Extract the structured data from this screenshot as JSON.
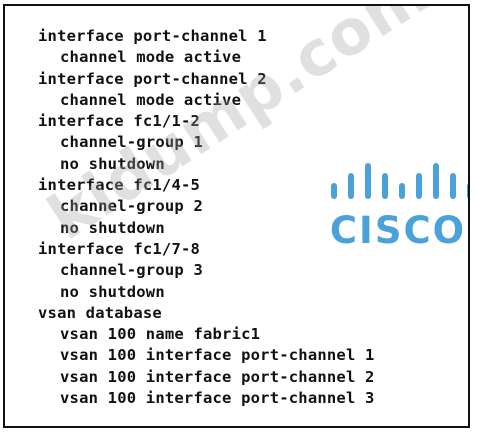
{
  "config_lines": [
    {
      "text": "interface port-channel 1",
      "indent": false
    },
    {
      "text": "channel mode active",
      "indent": true
    },
    {
      "text": "interface port-channel 2",
      "indent": false
    },
    {
      "text": "channel mode active",
      "indent": true
    },
    {
      "text": "interface fc1/1-2",
      "indent": false
    },
    {
      "text": "channel-group 1",
      "indent": true
    },
    {
      "text": "no shutdown",
      "indent": true
    },
    {
      "text": "interface fc1/4-5",
      "indent": false
    },
    {
      "text": "channel-group 2",
      "indent": true
    },
    {
      "text": "no shutdown",
      "indent": true
    },
    {
      "text": "interface fc1/7-8",
      "indent": false
    },
    {
      "text": "channel-group 3",
      "indent": true
    },
    {
      "text": "no shutdown",
      "indent": true
    },
    {
      "text": "vsan database",
      "indent": false
    },
    {
      "text": "vsan 100 name fabric1",
      "indent": true
    },
    {
      "text": "vsan 100 interface port-channel 1",
      "indent": true
    },
    {
      "text": "vsan 100 interface port-channel 2",
      "indent": true
    },
    {
      "text": "vsan 100 interface port-channel 3",
      "indent": true
    }
  ],
  "watermark": {
    "text": "kidump.com",
    "color": "#a0a0a0"
  },
  "logo": {
    "icon": "cisco-bars-icon",
    "wordmark": "CISCO",
    "color": "#2c91d2"
  }
}
